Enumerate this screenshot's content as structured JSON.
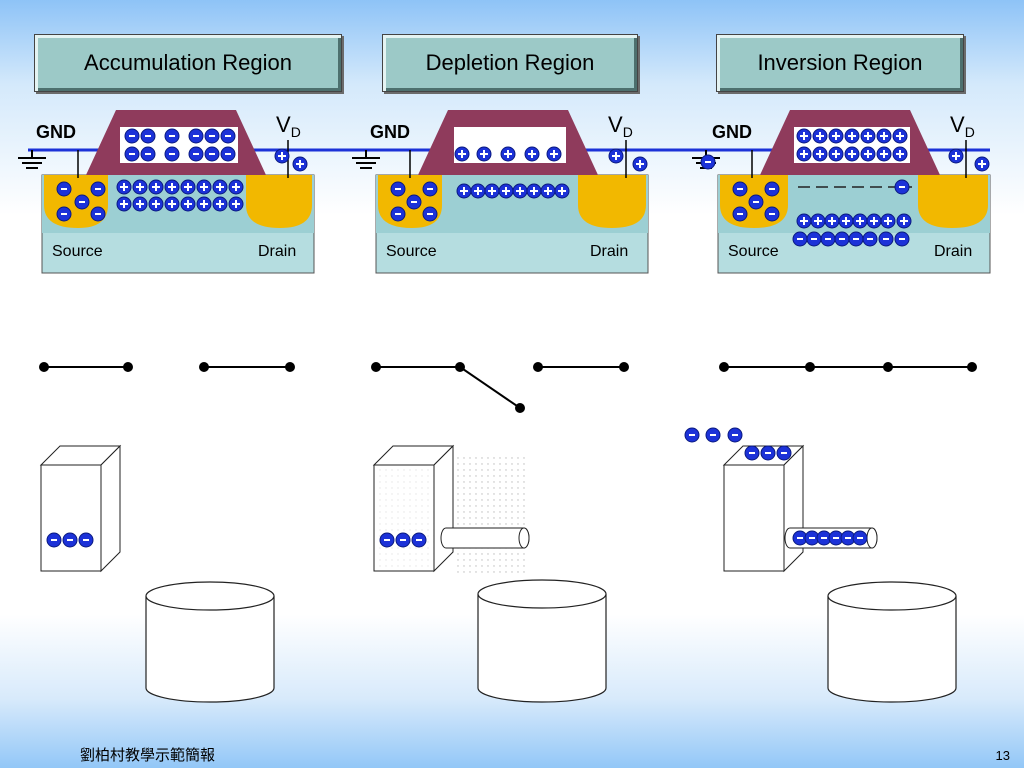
{
  "panels": [
    {
      "title": "Accumulation Region",
      "gnd": "GND",
      "vd": "V",
      "vd_sub": "D",
      "source": "Source",
      "drain": "Drain"
    },
    {
      "title": "Depletion Region",
      "gnd": "GND",
      "vd": "V",
      "vd_sub": "D",
      "source": "Source",
      "drain": "Drain"
    },
    {
      "title": "Inversion Region",
      "gnd": "GND",
      "vd": "V",
      "vd_sub": "D",
      "source": "Source",
      "drain": "Drain"
    }
  ],
  "charges": {
    "positive": "+",
    "negative": "-"
  },
  "footer": {
    "left": "劉柏村教學示範簡報",
    "page": "13"
  },
  "colors": {
    "substrate": "#b5dde0",
    "channel": "#9ccfd3",
    "source_drain": "#f2b800",
    "gate": "#8f3b5c",
    "electrode": "#1c32d8",
    "title_bg": "#9cc9c7"
  }
}
